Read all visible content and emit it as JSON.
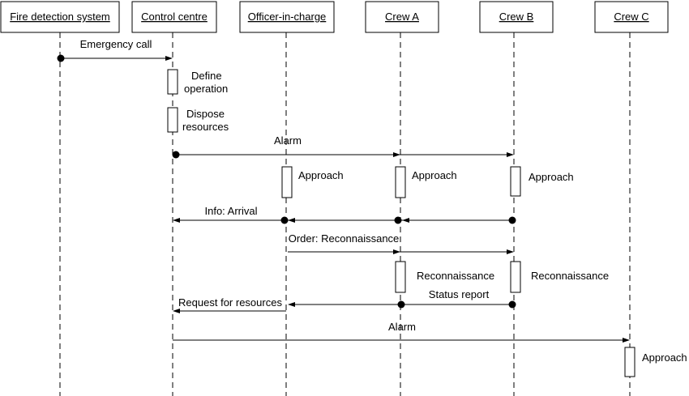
{
  "participants": [
    {
      "id": "fds",
      "label": "Fire detection system"
    },
    {
      "id": "cc",
      "label": "Control centre"
    },
    {
      "id": "oic",
      "label": "Officer-in-charge"
    },
    {
      "id": "a",
      "label": "Crew A"
    },
    {
      "id": "b",
      "label": "Crew B"
    },
    {
      "id": "c",
      "label": "Crew C"
    }
  ],
  "messages": [
    {
      "label": "Emergency call",
      "from": "fds",
      "to": [
        "cc"
      ]
    },
    {
      "label": "Alarm",
      "from": "cc",
      "to": [
        "a",
        "b"
      ]
    },
    {
      "label": "Info: Arrival",
      "from": "b",
      "to": [
        "a",
        "oic",
        "cc"
      ]
    },
    {
      "label": "Order: Reconnaissance",
      "from": "oic",
      "to": [
        "a",
        "b"
      ]
    },
    {
      "label": "Status report",
      "from": "b",
      "to": [
        "a",
        "oic"
      ]
    },
    {
      "label": "Request for resources",
      "from": "oic",
      "to": [
        "cc"
      ]
    },
    {
      "label": "Alarm",
      "from": "cc",
      "to": [
        "c"
      ]
    }
  ],
  "activities": [
    {
      "participant": "cc",
      "lines": [
        "Define",
        "operation"
      ]
    },
    {
      "participant": "cc",
      "lines": [
        "Dispose",
        "resources"
      ]
    },
    {
      "participant": "oic",
      "lines": [
        "Approach"
      ]
    },
    {
      "participant": "a",
      "lines": [
        "Approach"
      ]
    },
    {
      "participant": "b",
      "lines": [
        "Approach"
      ]
    },
    {
      "participant": "a",
      "lines": [
        "Reconnaissance"
      ]
    },
    {
      "participant": "b",
      "lines": [
        "Reconnaissance"
      ]
    },
    {
      "participant": "c",
      "lines": [
        "Approach"
      ]
    }
  ]
}
